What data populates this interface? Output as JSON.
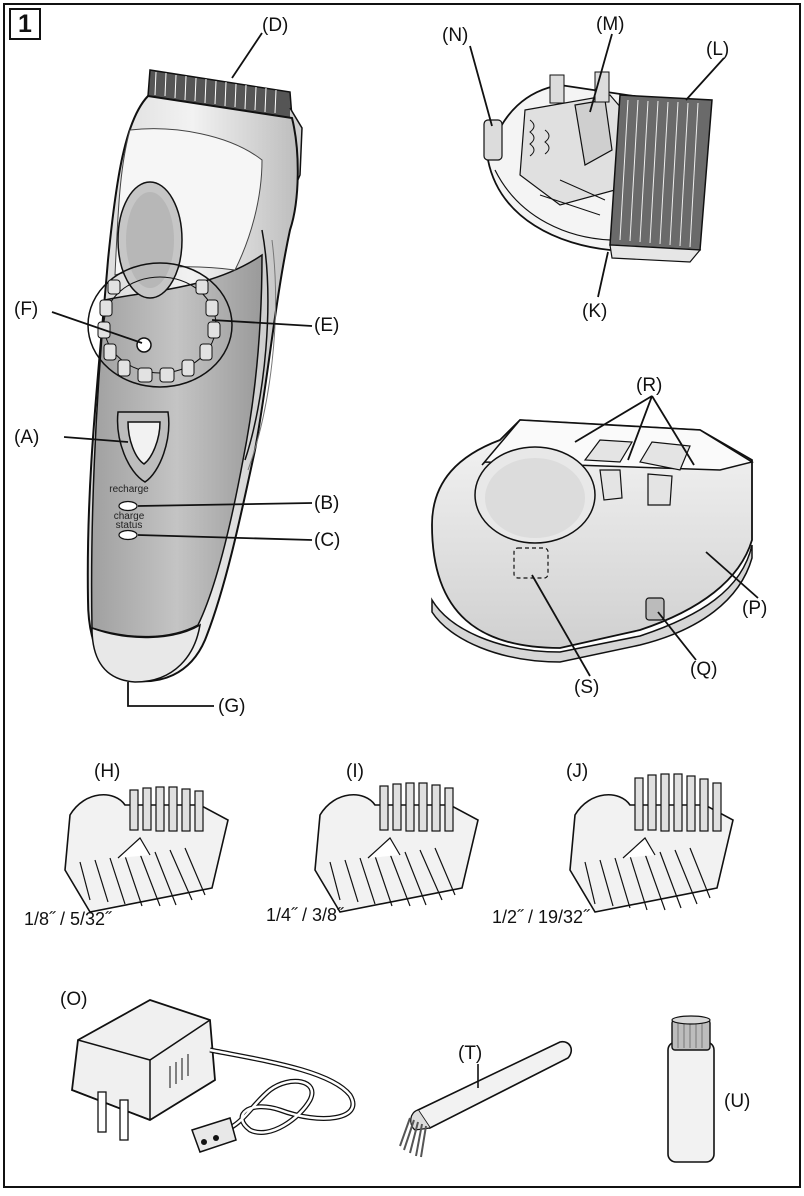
{
  "figure_number": "1",
  "labels": {
    "A": "(A)",
    "B": "(B)",
    "C": "(C)",
    "D": "(D)",
    "E": "(E)",
    "F": "(F)",
    "G": "(G)",
    "H": "(H)",
    "I": "(I)",
    "J": "(J)",
    "K": "(K)",
    "L": "(L)",
    "M": "(M)",
    "N": "(N)",
    "O": "(O)",
    "P": "(P)",
    "Q": "(Q)",
    "R": "(R)",
    "S": "(S)",
    "T": "(T)",
    "U": "(U)"
  },
  "clipper_text": {
    "recharge": "recharge",
    "charge": "charge",
    "status": "status"
  },
  "comb_sizes": {
    "H": "1/8˝ / 5/32˝",
    "I": "1/4˝ / 3/8˝",
    "J": "1/2˝ / 19/32˝"
  },
  "colors": {
    "line": "#111111",
    "body_dark": "#a8a8a8",
    "body_mid": "#c8c8c8",
    "body_light": "#e6e6e6",
    "blade_dark": "#6a6a6a"
  }
}
